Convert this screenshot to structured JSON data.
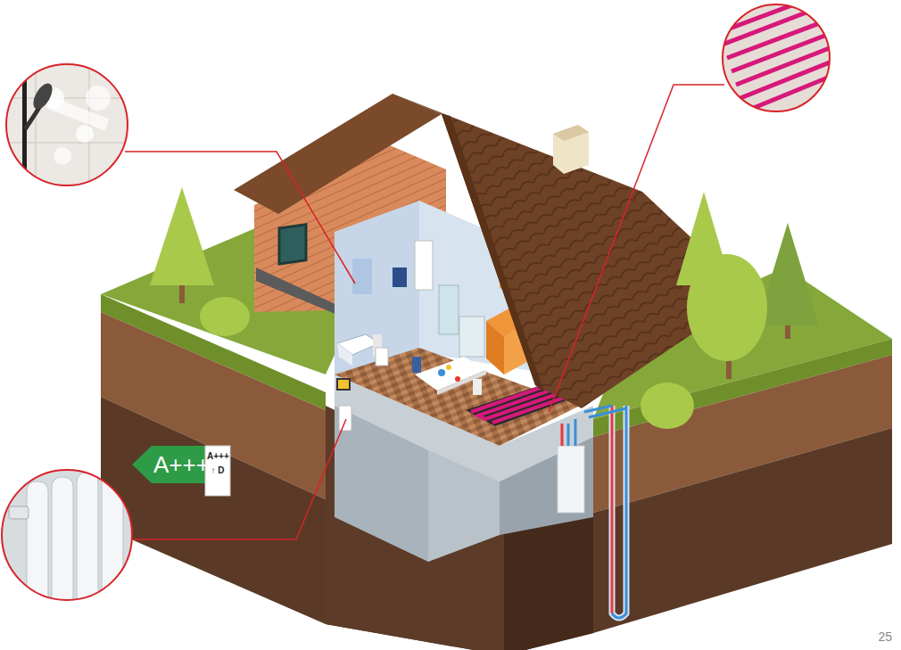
{
  "diagram": {
    "labels": [
      "A+++",
      "A+++ ↑ D",
      "25"
    ]
  }
}
